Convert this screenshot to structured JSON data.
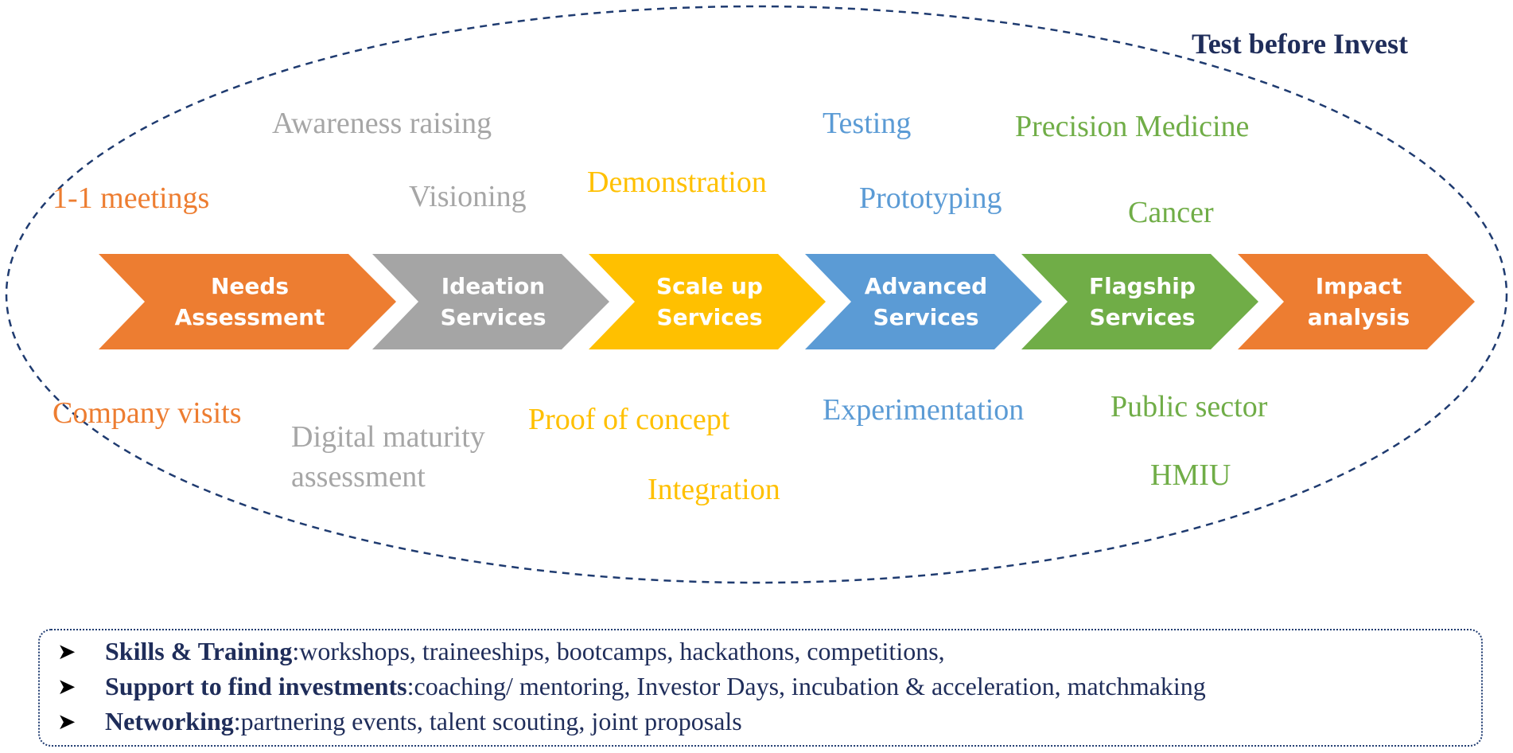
{
  "header": {
    "title": "Test before Invest"
  },
  "colors": {
    "orange": "#ed7d31",
    "gray": "#a6a6a6",
    "yellow": "#ffc000",
    "blue": "#5b9bd5",
    "green": "#70ad47",
    "navy": "#1f2d5a"
  },
  "arrows": [
    {
      "label": "Needs\nAssessment",
      "color": "#ed7d31"
    },
    {
      "label": "Ideation\nServices",
      "color": "#a5a5a5"
    },
    {
      "label": "Scale up\nServices",
      "color": "#ffc000"
    },
    {
      "label": "Advanced\nServices",
      "color": "#5b9bd5"
    },
    {
      "label": "Flagship\nServices",
      "color": "#70ad47"
    },
    {
      "label": "Impact\nanalysis",
      "color": "#ed7d31"
    }
  ],
  "labels": {
    "needs_top": "1-1 meetings",
    "needs_bottom": "Company  visits",
    "ideation_top1": "Awareness  raising",
    "ideation_top2": "Visioning",
    "ideation_bottom1": "Digital maturity",
    "ideation_bottom2": "assessment",
    "scale_top": "Demonstration",
    "scale_bottom1": "Proof of concept",
    "scale_bottom2": "Integration",
    "advanced_top1": "Testing",
    "advanced_top2": "Prototyping",
    "advanced_bottom": "Experimentation",
    "flagship_top1": "Precision Medicine",
    "flagship_top2": "Cancer",
    "flagship_bottom1": "Public sector",
    "flagship_bottom2": "HMIU"
  },
  "bottom_list": [
    {
      "bold": "Skills & Training",
      "sep": ":",
      "text": " workshops, traineeships,  bootcamps, hackathons, competitions,"
    },
    {
      "bold": "Support to find investments",
      "sep": ":",
      "text": " coaching/ mentoring,  Investor Days, incubation & acceleration,  matchmaking"
    },
    {
      "bold": "Networking",
      "sep": ":",
      "text": "partnering  events,  talent scouting, joint proposals"
    }
  ]
}
